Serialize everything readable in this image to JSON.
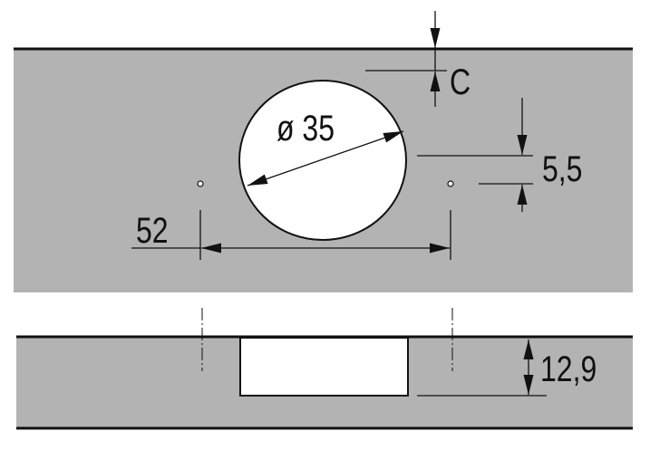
{
  "diagram": {
    "labels": {
      "clearance": "C",
      "cup_diameter": "ø 35",
      "hole_spacing": "52",
      "offset": "5,5",
      "cup_depth": "12,9"
    },
    "colors": {
      "panel": "#b3b3b3",
      "line": "#111111",
      "cutout": "#ffffff"
    }
  }
}
